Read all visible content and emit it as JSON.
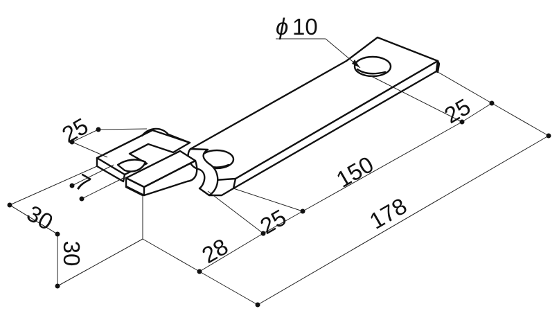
{
  "dimensions": {
    "hole_diameter": "10",
    "hole_symbol": "ϕ",
    "end_offset": "25",
    "slot_length": "150",
    "overall_length": "178",
    "inner_offset": "25",
    "bend_length": "28",
    "tab_offset": "25",
    "slot_width": "7",
    "width": "30",
    "height": "30"
  }
}
